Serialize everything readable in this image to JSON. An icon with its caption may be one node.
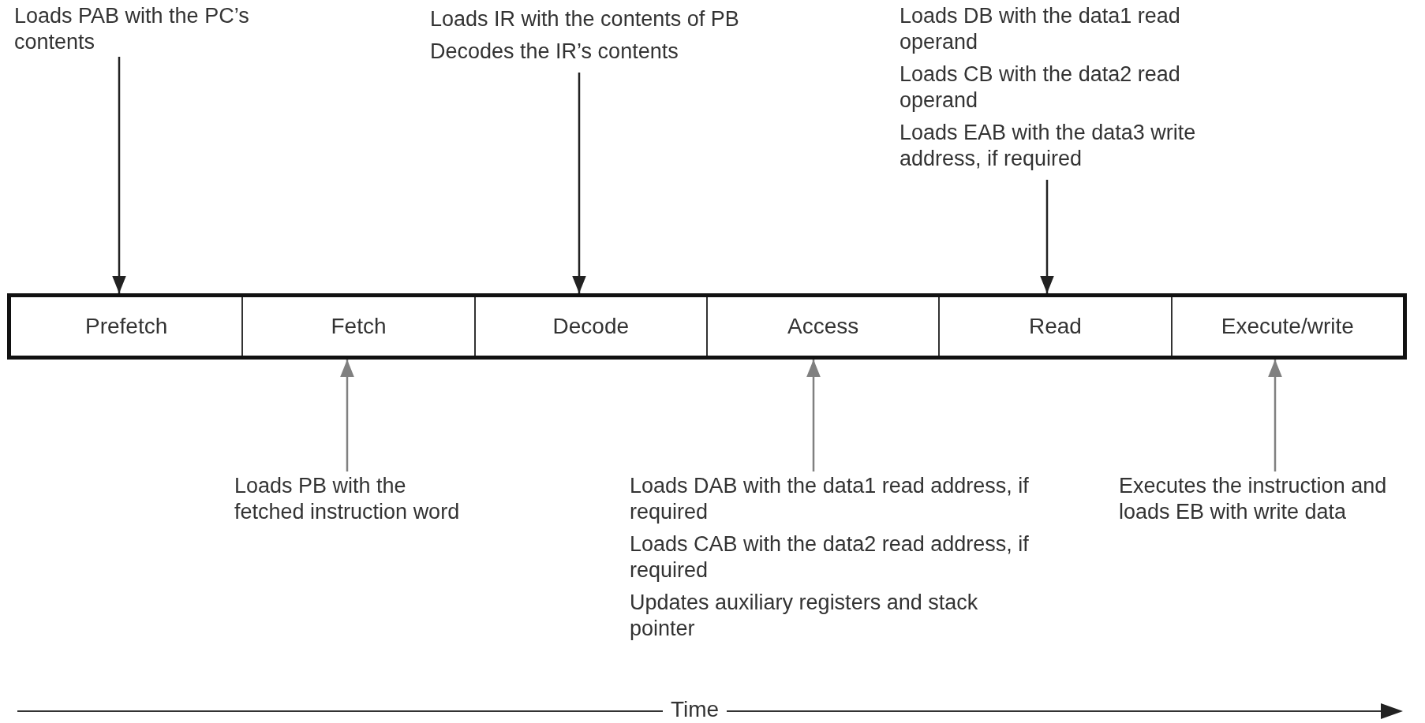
{
  "diagram": {
    "nodes": [
      {
        "text": [
          "Loads PAB with the PC’s contents"
        ]
      },
      {
        "text": [
          "Loads IR with the contents of PB",
          "Decodes the IR’s contents"
        ]
      },
      {
        "text": [
          "Loads DB with the data1 read operand",
          "Loads CB with the data2 read operand",
          "Loads EAB with the data3 write address, if required"
        ]
      },
      {
        "text": [
          "Prefetch"
        ]
      },
      {
        "text": [
          "Fetch"
        ]
      },
      {
        "text": [
          "Decode"
        ]
      },
      {
        "text": [
          "Access"
        ]
      },
      {
        "text": [
          "Read"
        ]
      },
      {
        "text": [
          "Execute/write"
        ]
      },
      {
        "text": [
          "Loads PB with the fetched instruction word"
        ]
      },
      {
        "text": [
          "Loads DAB with the data1 read address, if required",
          "Loads CAB with the data2 read address, if required",
          "Updates auxiliary registers and stack pointer"
        ]
      },
      {
        "text": [
          "Executes the instruction and loads EB with write data"
        ]
      }
    ],
    "edges": [
      {
        "from": 0,
        "to": 3,
        "arrow": "to",
        "color": "#222222"
      },
      {
        "from": 1,
        "to": 5,
        "arrow": "to",
        "color": "#222222"
      },
      {
        "from": 2,
        "to": 7,
        "arrow": "to",
        "color": "#222222"
      },
      {
        "from": 9,
        "to": 4,
        "arrow": "to",
        "color": "#808080"
      },
      {
        "from": 10,
        "to": 6,
        "arrow": "to",
        "color": "#808080"
      },
      {
        "from": 11,
        "to": 8,
        "arrow": "to",
        "color": "#808080"
      }
    ],
    "labels": [
      "Time"
    ]
  }
}
